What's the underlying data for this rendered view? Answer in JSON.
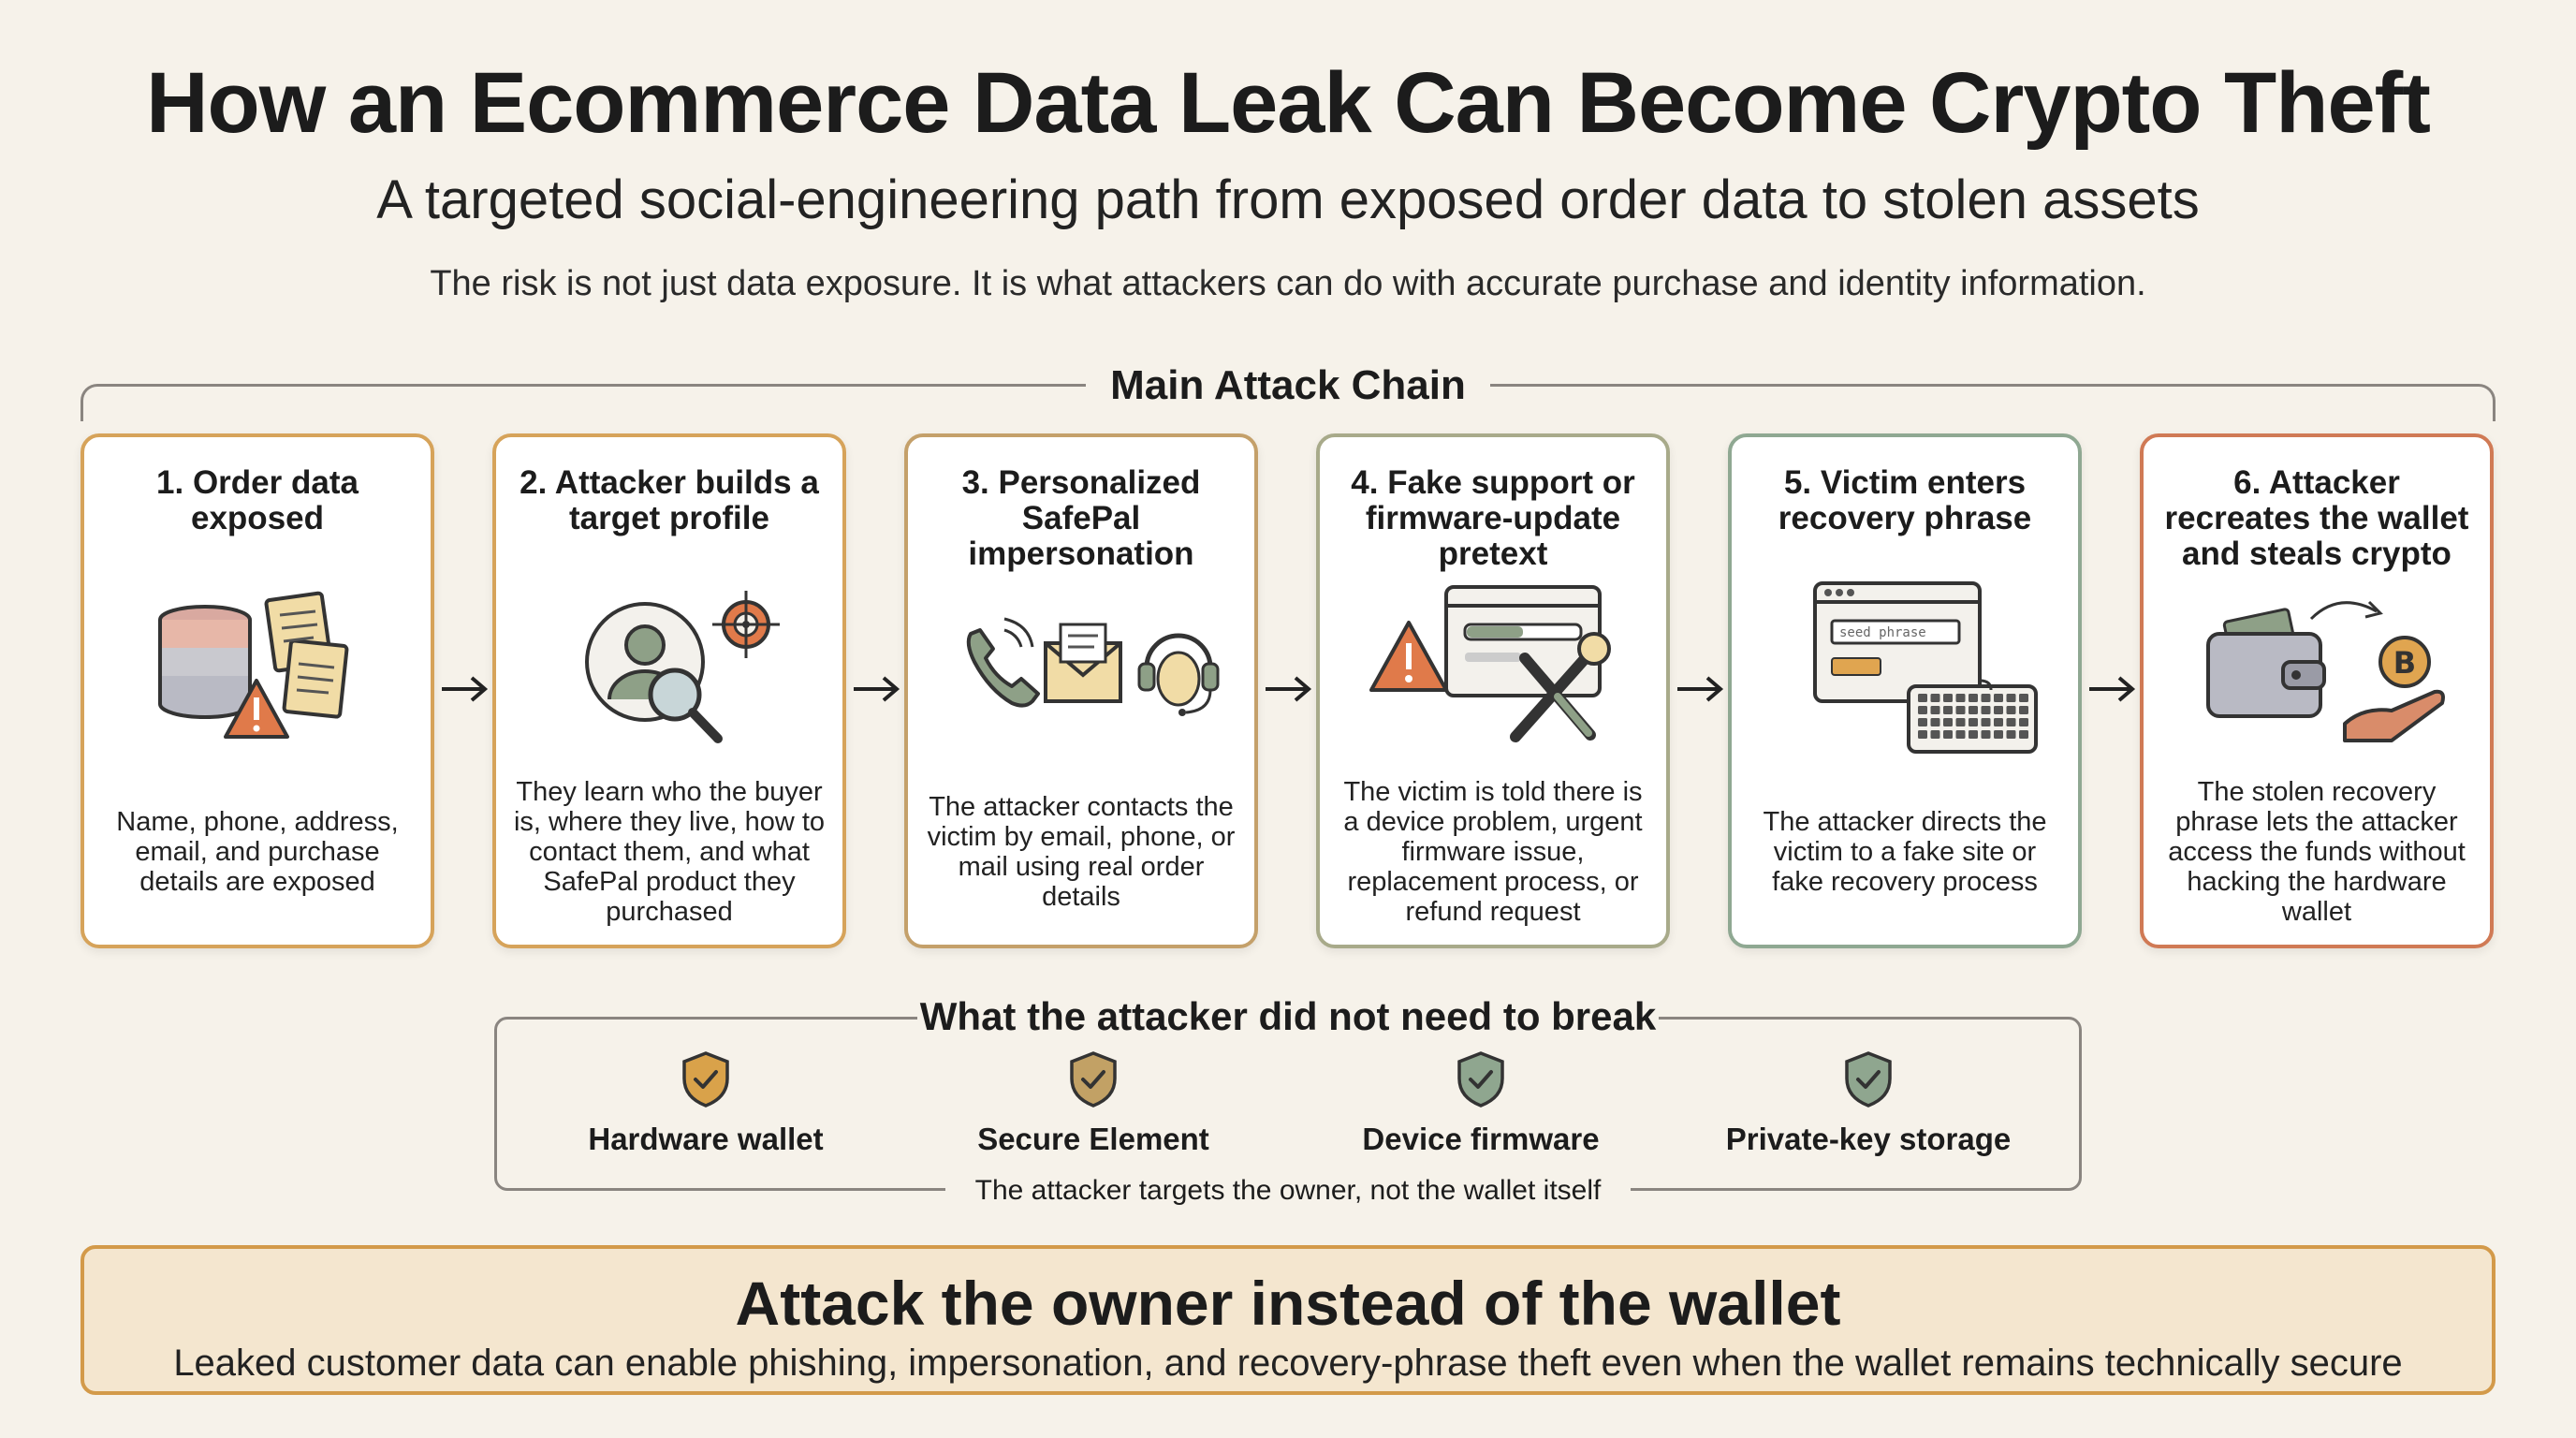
{
  "header": {
    "title": "How an Ecommerce Data Leak Can Become Crypto Theft",
    "subtitle": "A targeted social-engineering path from exposed order data to stolen assets",
    "tagline": "The risk is not just data exposure. It is what attackers can do with accurate purchase and identity information."
  },
  "chain": {
    "label": "Main Attack Chain",
    "steps": [
      {
        "title": "1. Order data exposed",
        "text": "Name, phone, address, email, and purchase details are exposed",
        "color": "#d6a35a",
        "icon": "database-documents-warning-icon"
      },
      {
        "title": "2. Attacker builds a target profile",
        "text": "They learn who the buyer is, where they live, how to contact them, and what SafePal product they purchased",
        "color": "#d6a35a",
        "icon": "profile-magnifier-target-icon"
      },
      {
        "title": "3. Personalized SafePal impersonation",
        "text": "The attacker contacts the victim by email, phone, or mail using real order details",
        "color": "#c4a06a",
        "icon": "phone-mail-headset-icon"
      },
      {
        "title": "4. Fake support or firmware-update pretext",
        "text": "The victim is told there is a device problem, urgent firmware issue, replacement process, or refund request",
        "color": "#a8aa8a",
        "icon": "warning-browser-tools-icon"
      },
      {
        "title": "5. Victim enters recovery phrase",
        "text": "The attacker directs the victim to a fake site or fake recovery process",
        "color": "#8fa892",
        "icon": "browser-keyboard-icon"
      },
      {
        "title": "6. Attacker recreates the wallet and steals crypto",
        "text": "The stolen recovery phrase lets the attacker access the funds without hacking the hardware wallet",
        "color": "#d07a55",
        "icon": "wallet-bitcoin-hand-icon"
      }
    ]
  },
  "not_needed": {
    "title": "What the attacker did not need to break",
    "items": [
      {
        "label": "Hardware wallet",
        "color": "#d9a24a"
      },
      {
        "label": "Secure Element",
        "color": "#c2a165"
      },
      {
        "label": "Device firmware",
        "color": "#8fa68f"
      },
      {
        "label": "Private-key storage",
        "color": "#8fa68f"
      }
    ],
    "footnote": "The attacker targets the owner, not the wallet itself"
  },
  "footer": {
    "headline": "Attack the owner instead of the wallet",
    "text": "Leaked customer data can enable phishing, impersonation, and recovery-phrase theft even when the wallet remains technically secure"
  },
  "icon_labels": {
    "seed_phrase": "seed phrase",
    "bitcoin_symbol": "B"
  }
}
